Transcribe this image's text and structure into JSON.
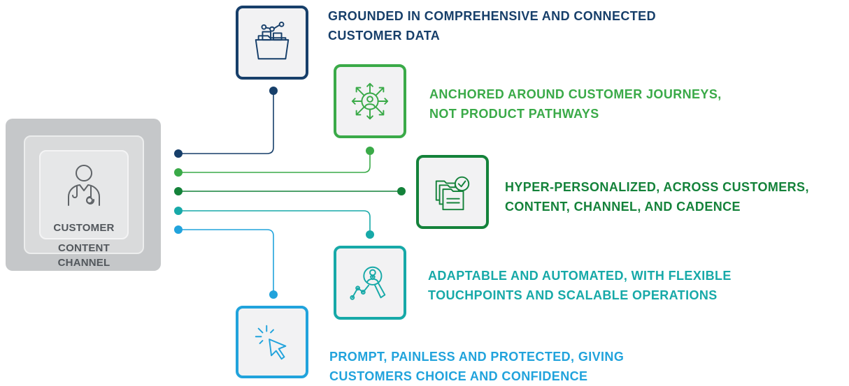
{
  "hub": {
    "customer_label": "CUSTOMER",
    "content_label": "CONTENT",
    "channel_label": "CHANNEL"
  },
  "principles": [
    {
      "line1": "GROUNDED IN COMPREHENSIVE AND CONNECTED",
      "line2": "CUSTOMER DATA",
      "color": "#173f6a",
      "icon": "data-folder-icon"
    },
    {
      "line1": "ANCHORED AROUND CUSTOMER JOURNEYS,",
      "line2": "NOT PRODUCT PATHWAYS",
      "color": "#3aaa48",
      "icon": "person-network-icon"
    },
    {
      "line1": "HYPER-PERSONALIZED, ACROSS CUSTOMERS,",
      "line2": "CONTENT, CHANNEL, AND CADENCE",
      "color": "#14823a",
      "icon": "folders-check-icon"
    },
    {
      "line1": "ADAPTABLE AND AUTOMATED, WITH FLEXIBLE",
      "line2": "TOUCHPOINTS AND SCALABLE OPERATIONS",
      "color": "#17a9a8",
      "icon": "person-search-chart-icon"
    },
    {
      "line1": "PROMPT, PAINLESS AND PROTECTED, GIVING",
      "line2": "CUSTOMERS CHOICE AND CONFIDENCE",
      "color": "#21a3dc",
      "icon": "cursor-click-icon"
    }
  ]
}
